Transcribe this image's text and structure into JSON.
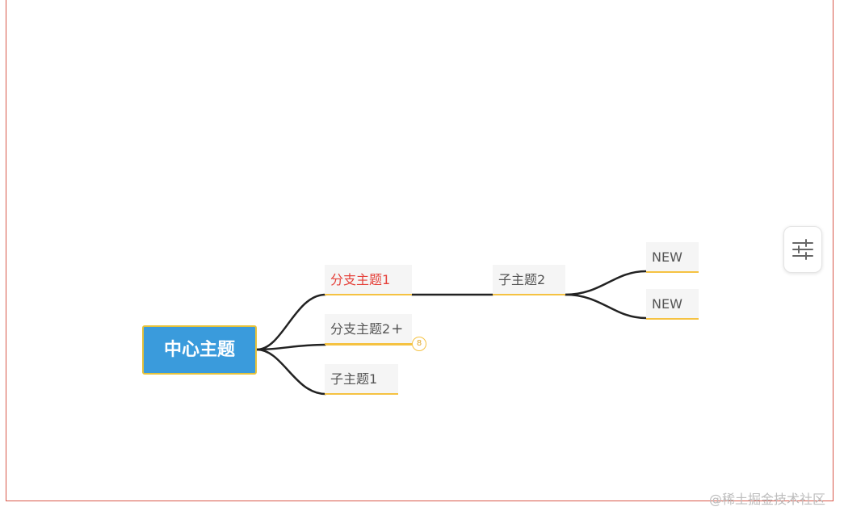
{
  "root": {
    "label": "中心主题"
  },
  "branches": [
    {
      "label": "分支主题1",
      "color": "#e5413a"
    },
    {
      "label": "分支主题2",
      "suffix": "+",
      "badge": "8"
    },
    {
      "label": "子主题1"
    }
  ],
  "subtopic": {
    "label": "子主题2"
  },
  "leaves": [
    {
      "label": "NEW"
    },
    {
      "label": "NEW"
    }
  ],
  "icons": {
    "settings": "sliders-icon"
  },
  "colors": {
    "root_fill": "#3a9bdc",
    "root_border": "#e6c23b",
    "underline": "#f5c242",
    "canvas_border": "#d8584a",
    "edge": "#222222"
  },
  "watermark": "@稀土掘金技术社区"
}
